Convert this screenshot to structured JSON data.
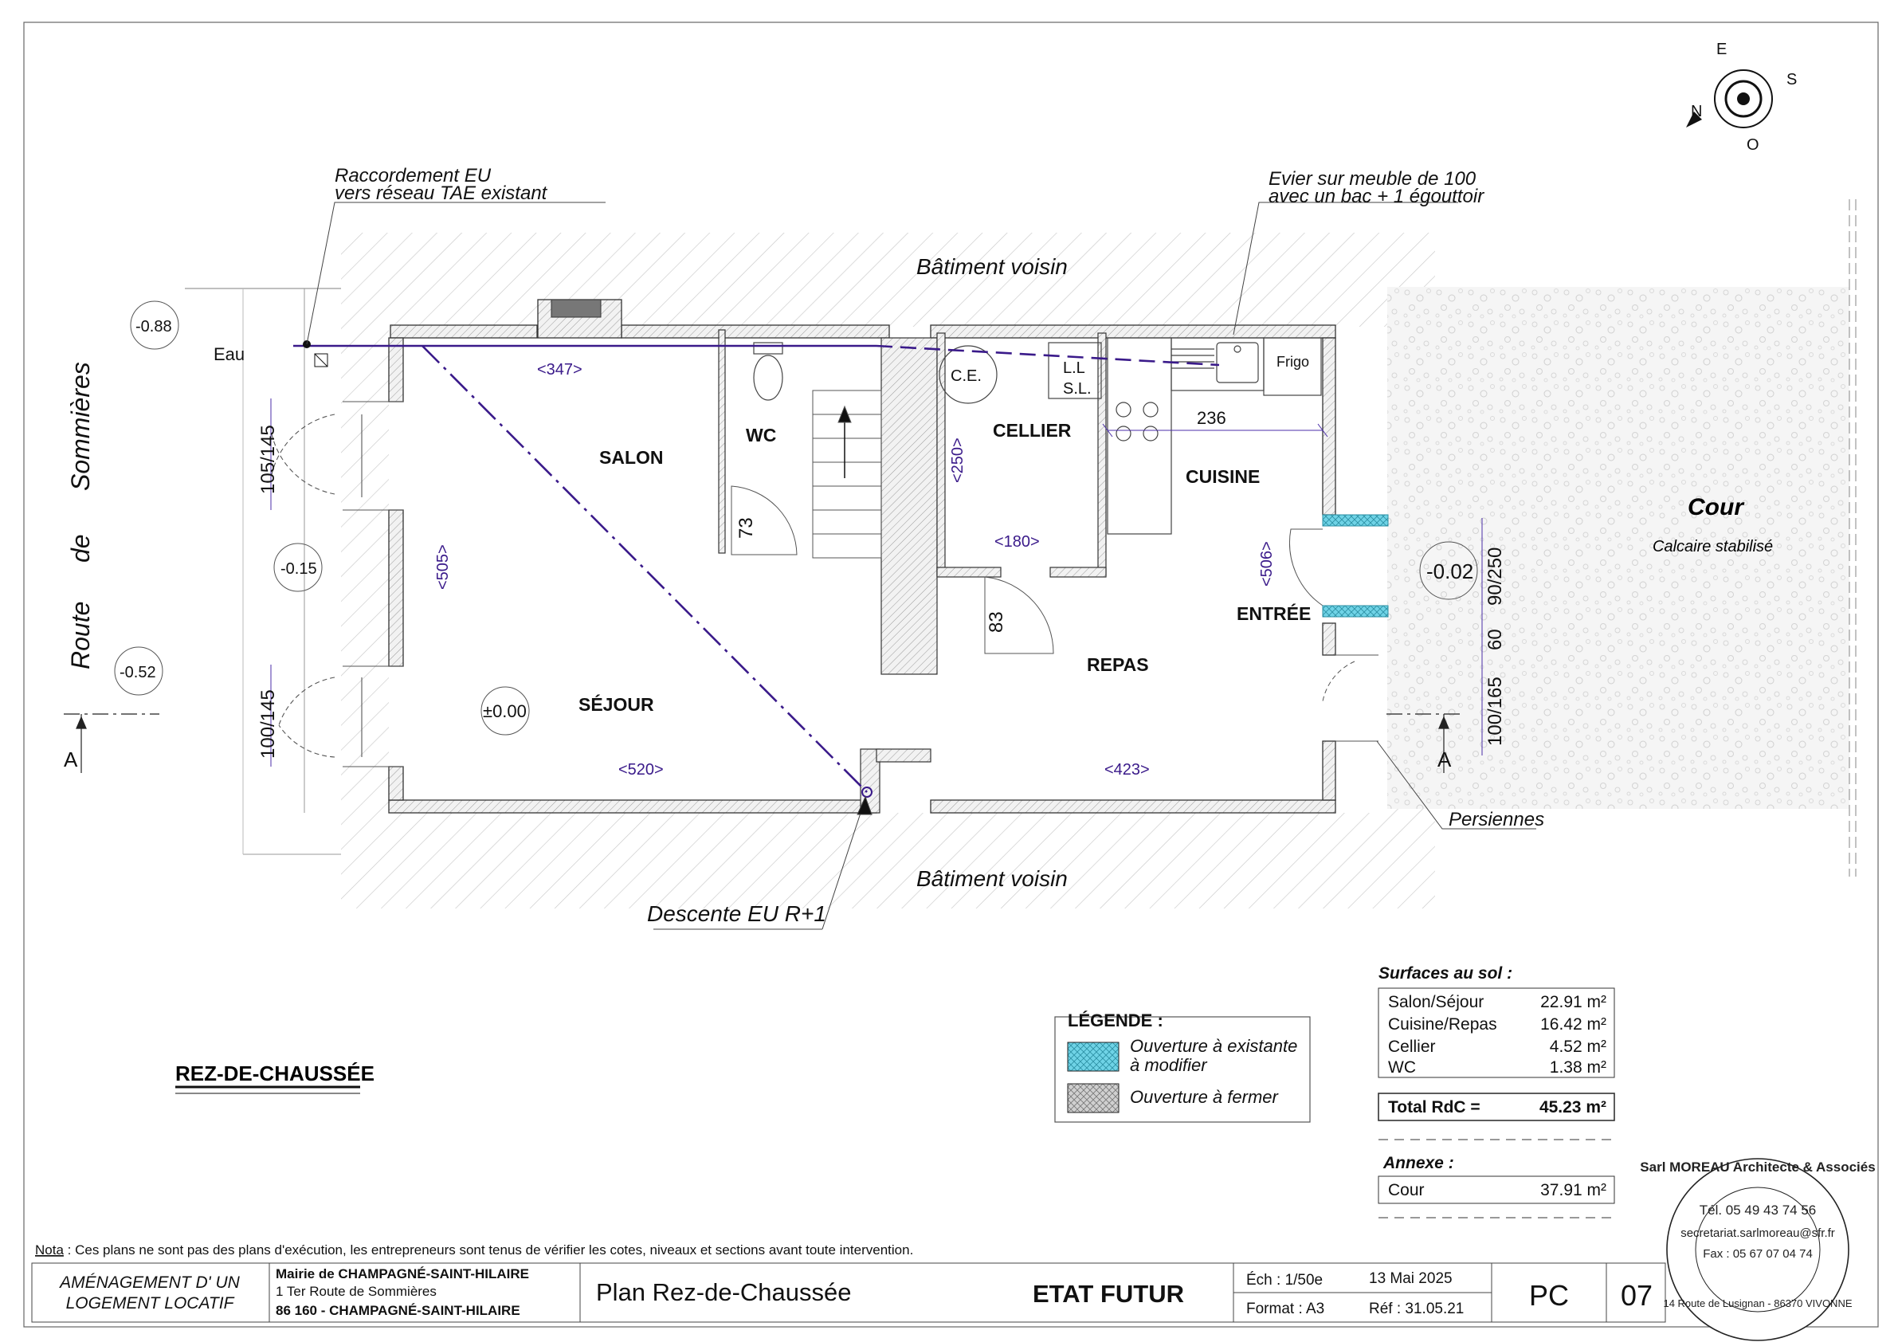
{
  "plan": {
    "level_title": "REZ-DE-CHAUSSÉE",
    "street": {
      "word1": "Route",
      "word2": "de",
      "word3": "Sommières"
    },
    "neighbour_top": "Bâtiment voisin",
    "neighbour_bottom": "Bâtiment voisin",
    "notes": {
      "raccordement_line1": "Raccordement EU",
      "raccordement_line2": "vers réseau TAE existant",
      "evier_line1": "Evier sur meuble de 100",
      "evier_line2": "avec un bac + 1 égouttoir",
      "descente": "Descente EU R+1",
      "persiennes": "Persiennes",
      "eau": "Eau"
    },
    "rooms": {
      "salon": "SALON",
      "sejour": "SÉJOUR",
      "wc": "WC",
      "cellier": "CELLIER",
      "cuisine": "CUISINE",
      "entree": "ENTRÉE",
      "repas": "REPAS"
    },
    "fixtures": {
      "ce": "C.E.",
      "ll": "L.L",
      "sl": "S.L.",
      "frigo": "Frigo"
    },
    "dims": {
      "d347": "<347>",
      "d505": "<505>",
      "d520": "<520>",
      "d250": "<250>",
      "d180": "<180>",
      "d236": "236",
      "d506": "<506>",
      "d423": "<423>",
      "d73": "73",
      "d83": "83",
      "d105_145": "105/145",
      "d100_145": "100/145",
      "d90_250": "90/250",
      "d60": "60",
      "d100_165": "100/165"
    },
    "levels": {
      "l1": "-0.88",
      "l2": "-0.15",
      "l3": "-0.52",
      "l4": "±0.00",
      "l5": "-0.02"
    },
    "section_mark": "A",
    "yard": {
      "title": "Cour",
      "subtitle": "Calcaire stabilisé"
    },
    "compass": {
      "n": "N",
      "e": "E",
      "s": "S",
      "o": "O"
    }
  },
  "legend": {
    "title": "LÉGENDE :",
    "item1_line1": "Ouverture à existante",
    "item1_line2": "à modifier",
    "item2": "Ouverture à fermer",
    "color_modify": "#6fd3e6",
    "color_close": "#c8c8c8"
  },
  "surfaces": {
    "title": "Surfaces au sol :",
    "rows": [
      {
        "label": "Salon/Séjour",
        "value": "22.91 m²"
      },
      {
        "label": "Cuisine/Repas",
        "value": "16.42 m²"
      },
      {
        "label": "Cellier",
        "value": "4.52 m²"
      },
      {
        "label": "WC",
        "value": "1.38 m²"
      }
    ],
    "total_label": "Total RdC =",
    "total_value": "45.23 m²",
    "annex_title": "Annexe :",
    "annex_label": "Cour",
    "annex_value": "37.91 m²"
  },
  "stamp": {
    "ring_text": "Sarl MOREAU Architecte & Associés",
    "ring_bottom": "14 Route de Lusignan - 86370 VIVONNE",
    "tel": "Tél. 05 49 43 74 56",
    "email": "secretariat.sarlmoreau@sfr.fr",
    "fax": "Fax : 05 67 07 04 74"
  },
  "note": {
    "prefix": "Nota",
    "text": " : Ces plans ne sont pas des plans d'exécution, les entrepreneurs sont tenus de vérifier les cotes, niveaux et sections avant toute intervention."
  },
  "titleblock": {
    "project_line1": "AMÉNAGEMENT D' UN",
    "project_line2": "LOGEMENT  LOCATIF",
    "client_line1": "Mairie de CHAMPAGNÉ-SAINT-HILAIRE",
    "client_line2": "1 Ter Route de Sommières",
    "client_line3": "86 160 - CHAMPAGNÉ-SAINT-HILAIRE",
    "plan_name": "Plan Rez-de-Chaussée",
    "state": "ETAT FUTUR",
    "scale": "Éch : 1/50e",
    "date": "13 Mai 2025",
    "format": "Format : A3",
    "ref": "Réf : 31.05.21",
    "phase": "PC",
    "sheet": "07"
  }
}
